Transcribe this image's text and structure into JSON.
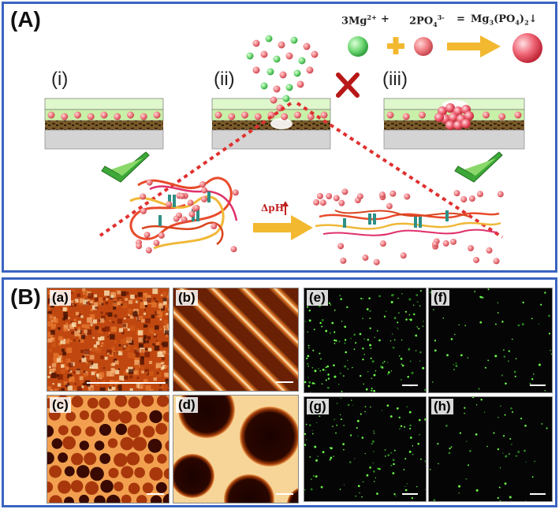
{
  "panel_a": {
    "label": "(A)",
    "stages": [
      "(i)",
      "(ii)",
      "(iii)"
    ],
    "equation": {
      "lhs1": "3Mg",
      "lhs1_sup": "2+",
      "plus_text": "+",
      "lhs2": "2PO",
      "lhs2_sub": "4",
      "lhs2_sup": "3-",
      "equals": "=",
      "product": "Mg",
      "product_sub1": "3",
      "product_mid": "(PO",
      "product_sub2": "4",
      "product_end": ")",
      "product_sub3": "2",
      "arrow": "↓"
    },
    "ph_label": "ΔpH",
    "colors": {
      "border": "#3a64c0",
      "green_layer": "#c8f0a8",
      "red_particle": "#e8707a",
      "green_particle": "#5ccf6a",
      "arrow": "#f2b830"
    }
  },
  "panel_b": {
    "label": "(B)",
    "tiles": [
      "(a)",
      "(b)",
      "(c)",
      "(d)",
      "(e)",
      "(f)",
      "(g)",
      "(h)"
    ]
  }
}
